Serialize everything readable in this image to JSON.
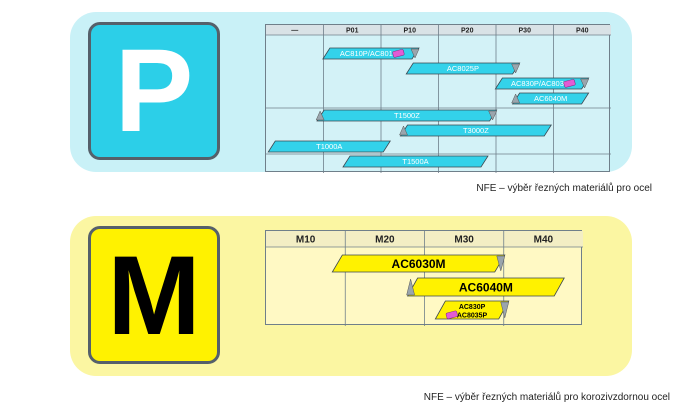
{
  "groups": [
    {
      "letter": "P",
      "header_cells": [
        "—",
        "P01",
        "P10",
        "P20",
        "P30",
        "P40"
      ],
      "grades": [
        {
          "label": "AC810P/AC8015P",
          "from": 1.05,
          "to": 2.6,
          "start_tri": false,
          "end_tri": true,
          "pink_icon": true
        },
        {
          "label": "AC8025P",
          "from": 2.5,
          "to": 4.35,
          "start_tri": false,
          "end_tri": true,
          "pink_icon": false
        },
        {
          "label": "AC830P/AC8035P",
          "from": 4.05,
          "to": 5.55,
          "start_tri": false,
          "end_tri": true,
          "pink_icon": true
        },
        {
          "label": "AC6040M",
          "from": 4.35,
          "to": 5.55,
          "start_tri": true,
          "end_tri": false,
          "pink_icon": false
        },
        {
          "label": "T1500Z",
          "from": 0.95,
          "to": 3.95,
          "start_tri": true,
          "end_tri": true,
          "pink_icon": false
        },
        {
          "label": "T3000Z",
          "from": 2.4,
          "to": 4.9,
          "start_tri": true,
          "end_tri": false,
          "pink_icon": false
        },
        {
          "label": "T1000A",
          "from": 0.1,
          "to": 2.1,
          "start_tri": false,
          "end_tri": false,
          "pink_icon": false
        },
        {
          "label": "T1500A",
          "from": 1.4,
          "to": 3.8,
          "start_tri": false,
          "end_tri": false,
          "pink_icon": false
        }
      ],
      "caption": "NFE – výběr řezných materiálů pro ocel"
    },
    {
      "letter": "M",
      "header_cells": [
        "M10",
        "M20",
        "M30",
        "M40"
      ],
      "grades": [
        {
          "label": "AC6030M",
          "from": 0.9,
          "to": 2.95,
          "start_tri": false,
          "end_tri": true,
          "pink_icon": false
        },
        {
          "label": "AC6040M",
          "from": 1.85,
          "to": 3.7,
          "start_tri": true,
          "end_tri": false,
          "pink_icon": false
        },
        {
          "label": "AC830P",
          "label2": "AC8035P",
          "from": 2.2,
          "to": 3.0,
          "start_tri": false,
          "end_tri": true,
          "pink_icon": true
        }
      ],
      "caption": "NFE – výběr řezných materiálů pro korozivzdornou ocel"
    }
  ],
  "colors": {
    "panel_p": "#c9f1f7",
    "panel_m": "#fbf6a2",
    "bar_p": "#33d2ea",
    "bar_m": "#fff200",
    "triangle": "#9aa5ad",
    "pink_icon": "#e35bd4",
    "grid": "#6f7f8a"
  }
}
